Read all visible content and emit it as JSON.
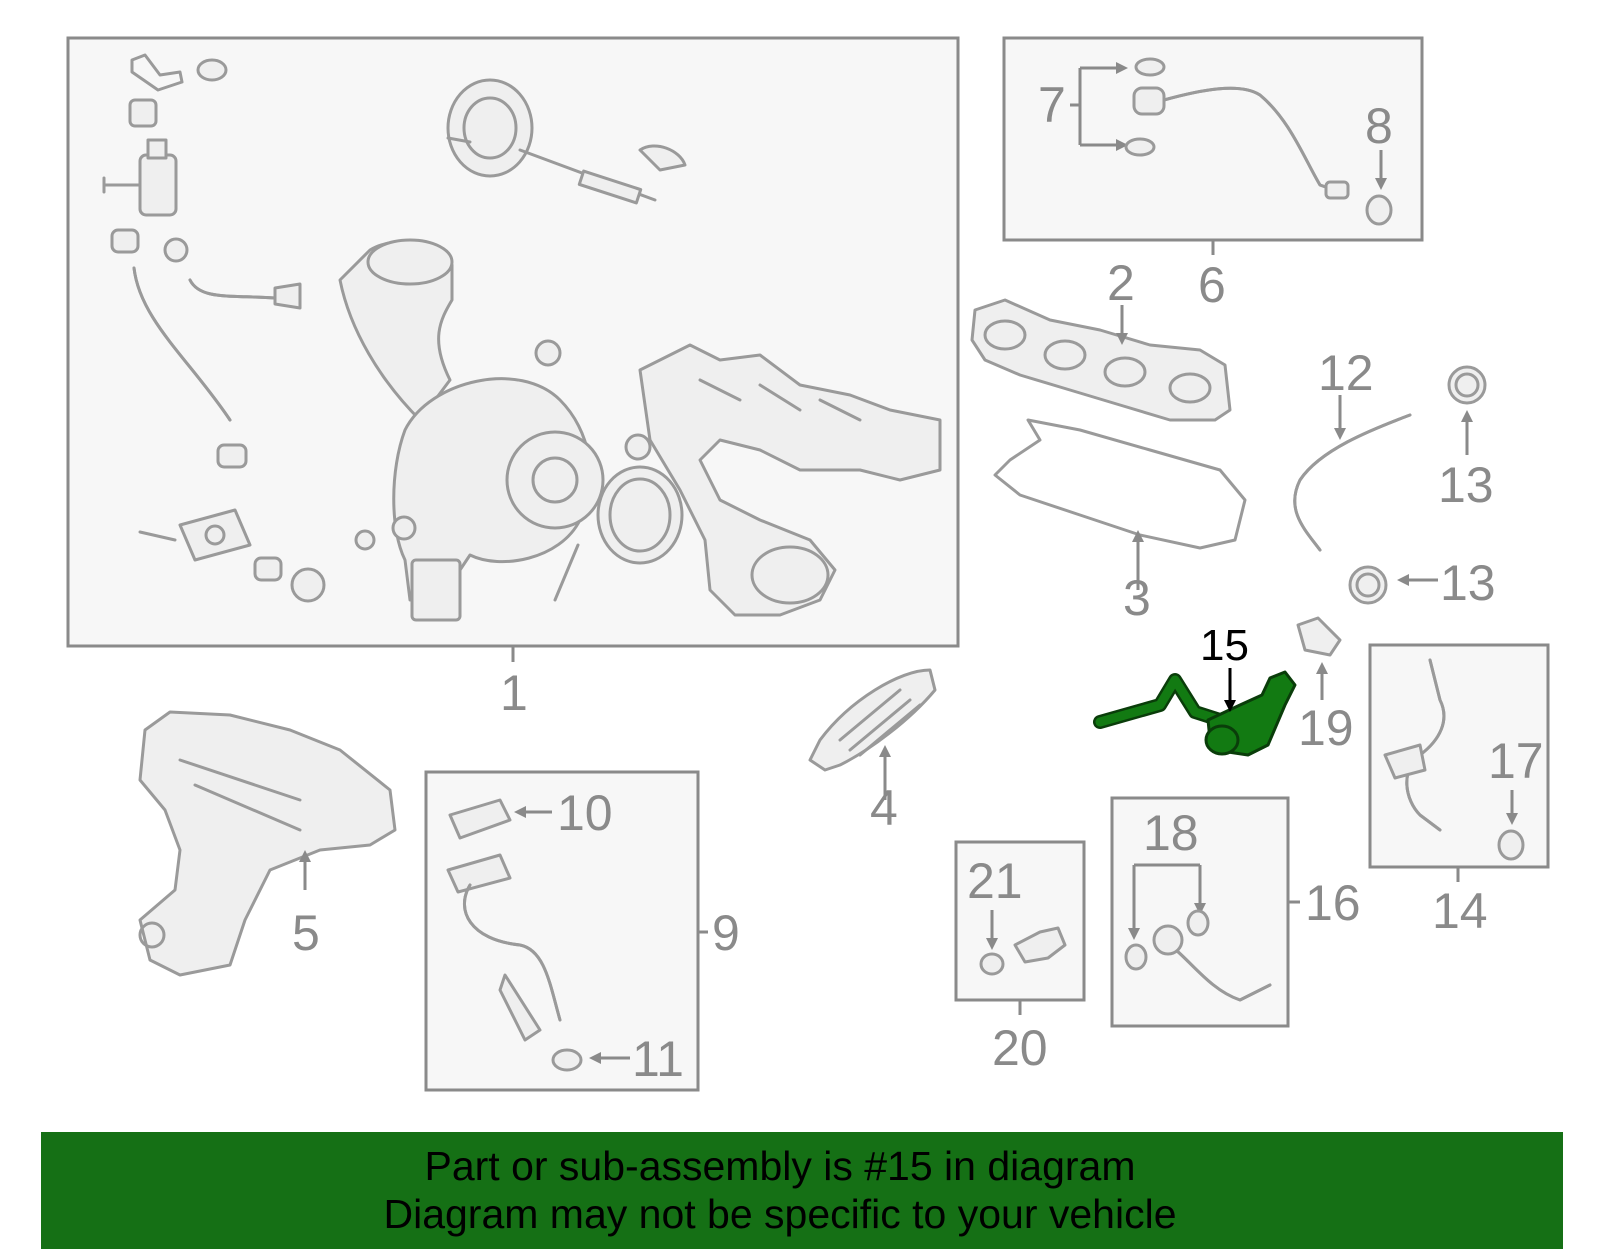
{
  "callouts": {
    "n1": "1",
    "n2": "2",
    "n3": "3",
    "n4": "4",
    "n5": "5",
    "n6": "6",
    "n7": "7",
    "n8": "8",
    "n9": "9",
    "n10": "10",
    "n11": "11",
    "n12": "12",
    "n13a": "13",
    "n13b": "13",
    "n14": "14",
    "n15": "15",
    "n16": "16",
    "n17": "17",
    "n18": "18",
    "n19": "19",
    "n20": "20",
    "n21": "21"
  },
  "highlight": {
    "part": "15",
    "color": "#127a12"
  },
  "banner": {
    "line1": "Part or sub-assembly is #15 in diagram",
    "line2": "Diagram may not be specific to your vehicle",
    "color": "#157015"
  }
}
